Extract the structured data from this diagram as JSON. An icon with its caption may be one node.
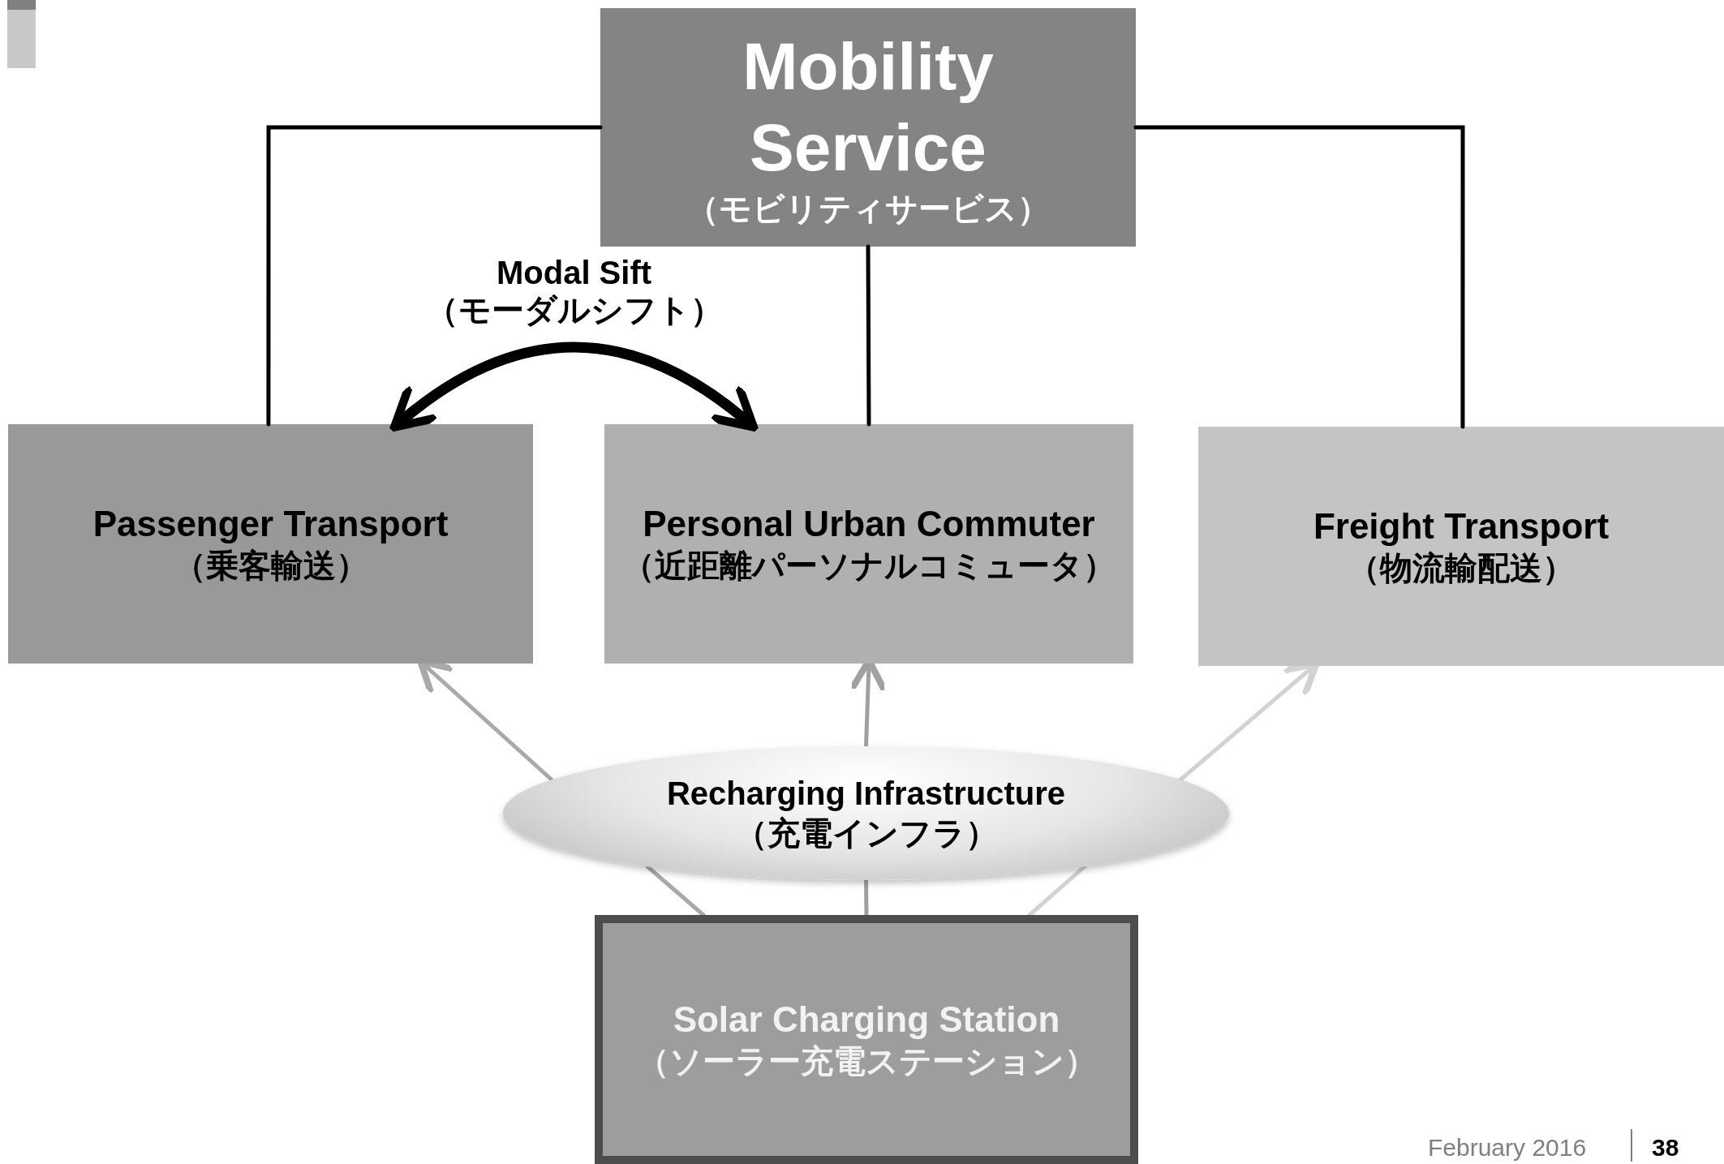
{
  "diagram": {
    "nodes": [
      {
        "text": [
          "Mobility Service",
          "（モビリティサービス）"
        ]
      },
      {
        "text": [
          "Passenger Transport",
          "（乗客輸送）"
        ]
      },
      {
        "text": [
          "Personal Urban Commuter",
          "（近距離パーソナルコミュータ）"
        ]
      },
      {
        "text": [
          "Freight Transport",
          "（物流輸配送）"
        ]
      },
      {
        "text": [
          "Recharging Infrastructure",
          "（充電インフラ）"
        ]
      },
      {
        "text": [
          "Solar Charging Station",
          "（ソーラー充電ステーション）"
        ]
      },
      {
        "text": [],
        "shape": "bar"
      }
    ],
    "edges": [
      {
        "from": 0,
        "to": 1,
        "arrow": "none"
      },
      {
        "from": 0,
        "to": 2,
        "arrow": "none"
      },
      {
        "from": 0,
        "to": 3,
        "arrow": "none"
      },
      {
        "from": 1,
        "to": 2,
        "arrow": "both",
        "label": "Modal Sift （モーダルシフト）",
        "style": "thick"
      },
      {
        "from": 4,
        "to": 1,
        "arrow": "to",
        "color": "#a9a9a9"
      },
      {
        "from": 4,
        "to": 2,
        "arrow": "to",
        "color": "#a0a0a0"
      },
      {
        "from": 4,
        "to": 3,
        "arrow": "to",
        "color": "#d2d2d2"
      },
      {
        "from": 5,
        "to": 4,
        "arrow": "none",
        "color": "#a9a9a9"
      },
      {
        "from": 5,
        "to": 4,
        "arrow": "none",
        "color": "#a0a0a0"
      },
      {
        "from": 5,
        "to": 4,
        "arrow": "none",
        "color": "#d2d2d2"
      }
    ],
    "labels": [
      "February 2016",
      "38"
    ]
  }
}
